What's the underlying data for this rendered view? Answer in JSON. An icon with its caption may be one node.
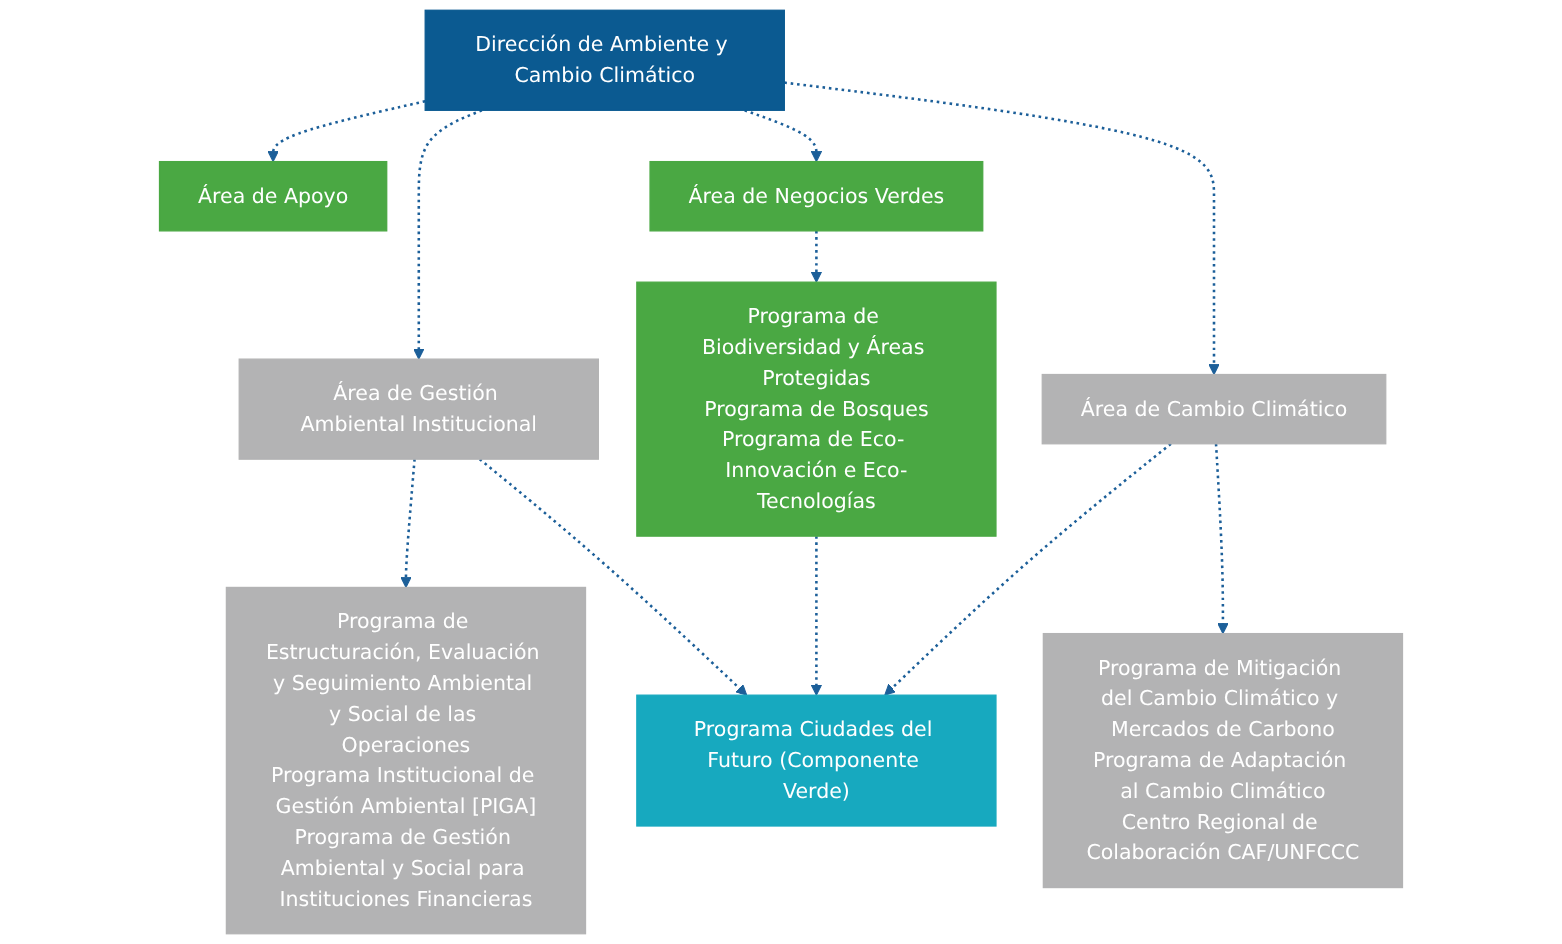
{
  "diagram": {
    "nodes": [
      {
        "text": [
          "Dirección de Ambiente y Cambio Climático"
        ]
      },
      {
        "text": [
          "Área de Apoyo"
        ]
      },
      {
        "text": [
          "Área de Gestión Ambiental Institucional"
        ]
      },
      {
        "text": [
          "Área de Negocios Verdes"
        ]
      },
      {
        "text": [
          "Área de Cambio Climático"
        ]
      },
      {
        "text": [
          "Programa de Estructuración, Evaluación y Seguimiento Ambiental y Social de las Operaciones",
          "Programa Institucional de Gestión Ambiental [PIGA]",
          "Programa de Gestión Ambiental y Social para Instituciones Financieras"
        ]
      },
      {
        "text": [
          "Programa de Biodiversidad y Áreas Protegidas",
          "Programa de Bosques",
          "Programa de Eco- Innovación e Eco-Tecnologías"
        ]
      },
      {
        "text": [
          "Programa de Mitigación del Cambio Climático y Mercados de Carbono",
          "Programa de Adaptación al Cambio Climático",
          "Centro Regional de Colaboración CAF/UNFCCC"
        ]
      },
      {
        "text": [
          "Programa Ciudades del Futuro (Componente Verde)"
        ]
      }
    ],
    "edges": [
      {
        "from": 0,
        "to": 1,
        "arrow": "to",
        "style": "dashed"
      },
      {
        "from": 0,
        "to": 2,
        "arrow": "to",
        "style": "dashed"
      },
      {
        "from": 0,
        "to": 3,
        "arrow": "to",
        "style": "dashed"
      },
      {
        "from": 0,
        "to": 4,
        "arrow": "to",
        "style": "dashed"
      },
      {
        "from": 2,
        "to": 5,
        "arrow": "to",
        "style": "dashed"
      },
      {
        "from": 3,
        "to": 6,
        "arrow": "to",
        "style": "dashed"
      },
      {
        "from": 4,
        "to": 7,
        "arrow": "to",
        "style": "dashed"
      },
      {
        "from": 2,
        "to": 8,
        "arrow": "to",
        "style": "dashed"
      },
      {
        "from": 6,
        "to": 8,
        "arrow": "to",
        "style": "dashed"
      },
      {
        "from": 4,
        "to": 8,
        "arrow": "to",
        "style": "dashed"
      }
    ]
  }
}
